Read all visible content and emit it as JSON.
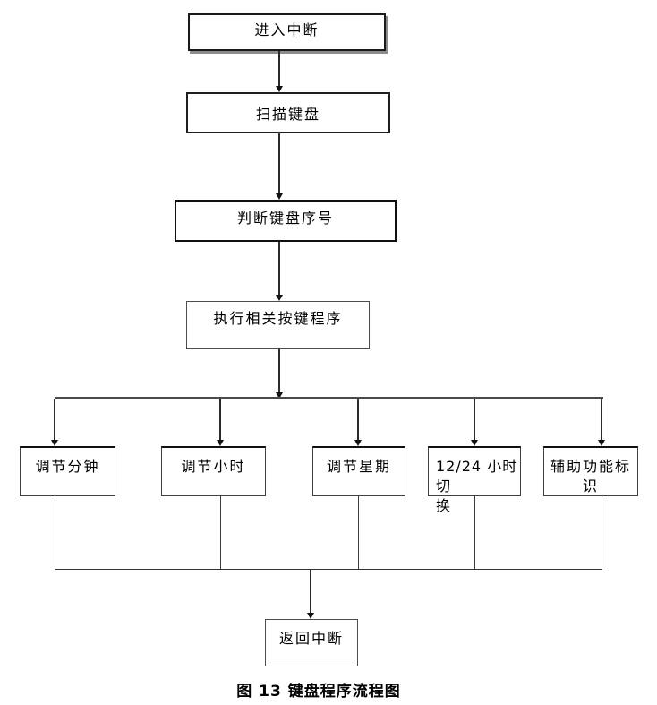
{
  "diagram": {
    "caption": "图 13 键盘程序流程图",
    "colors": {
      "background": "#ffffff",
      "box_border_dark": "#1a1a1a",
      "box_border_gray": "#4d4d4d",
      "box_shadow": "#8c8c8c",
      "connector": "#2b2b2b",
      "text": "#000000"
    },
    "nodes": {
      "enter_interrupt": {
        "label": "进入中断"
      },
      "scan_keyboard": {
        "label": "扫描键盘"
      },
      "judge_keyboard_number": {
        "label": "判断键盘序号"
      },
      "run_key_routine": {
        "label": "执行相关按键程序"
      },
      "adjust_minute": {
        "label": "调节分钟"
      },
      "adjust_hour": {
        "label": "调节小时"
      },
      "adjust_week": {
        "label": "调节星期"
      },
      "hour_mode_switch": {
        "label": "12/24 小时切换",
        "lines": [
          "12/24 小时切",
          "换"
        ]
      },
      "aux_function_mark": {
        "label": "辅助功能标识",
        "lines": [
          "辅助功能标",
          "识"
        ]
      },
      "return_interrupt": {
        "label": "返回中断"
      }
    }
  }
}
